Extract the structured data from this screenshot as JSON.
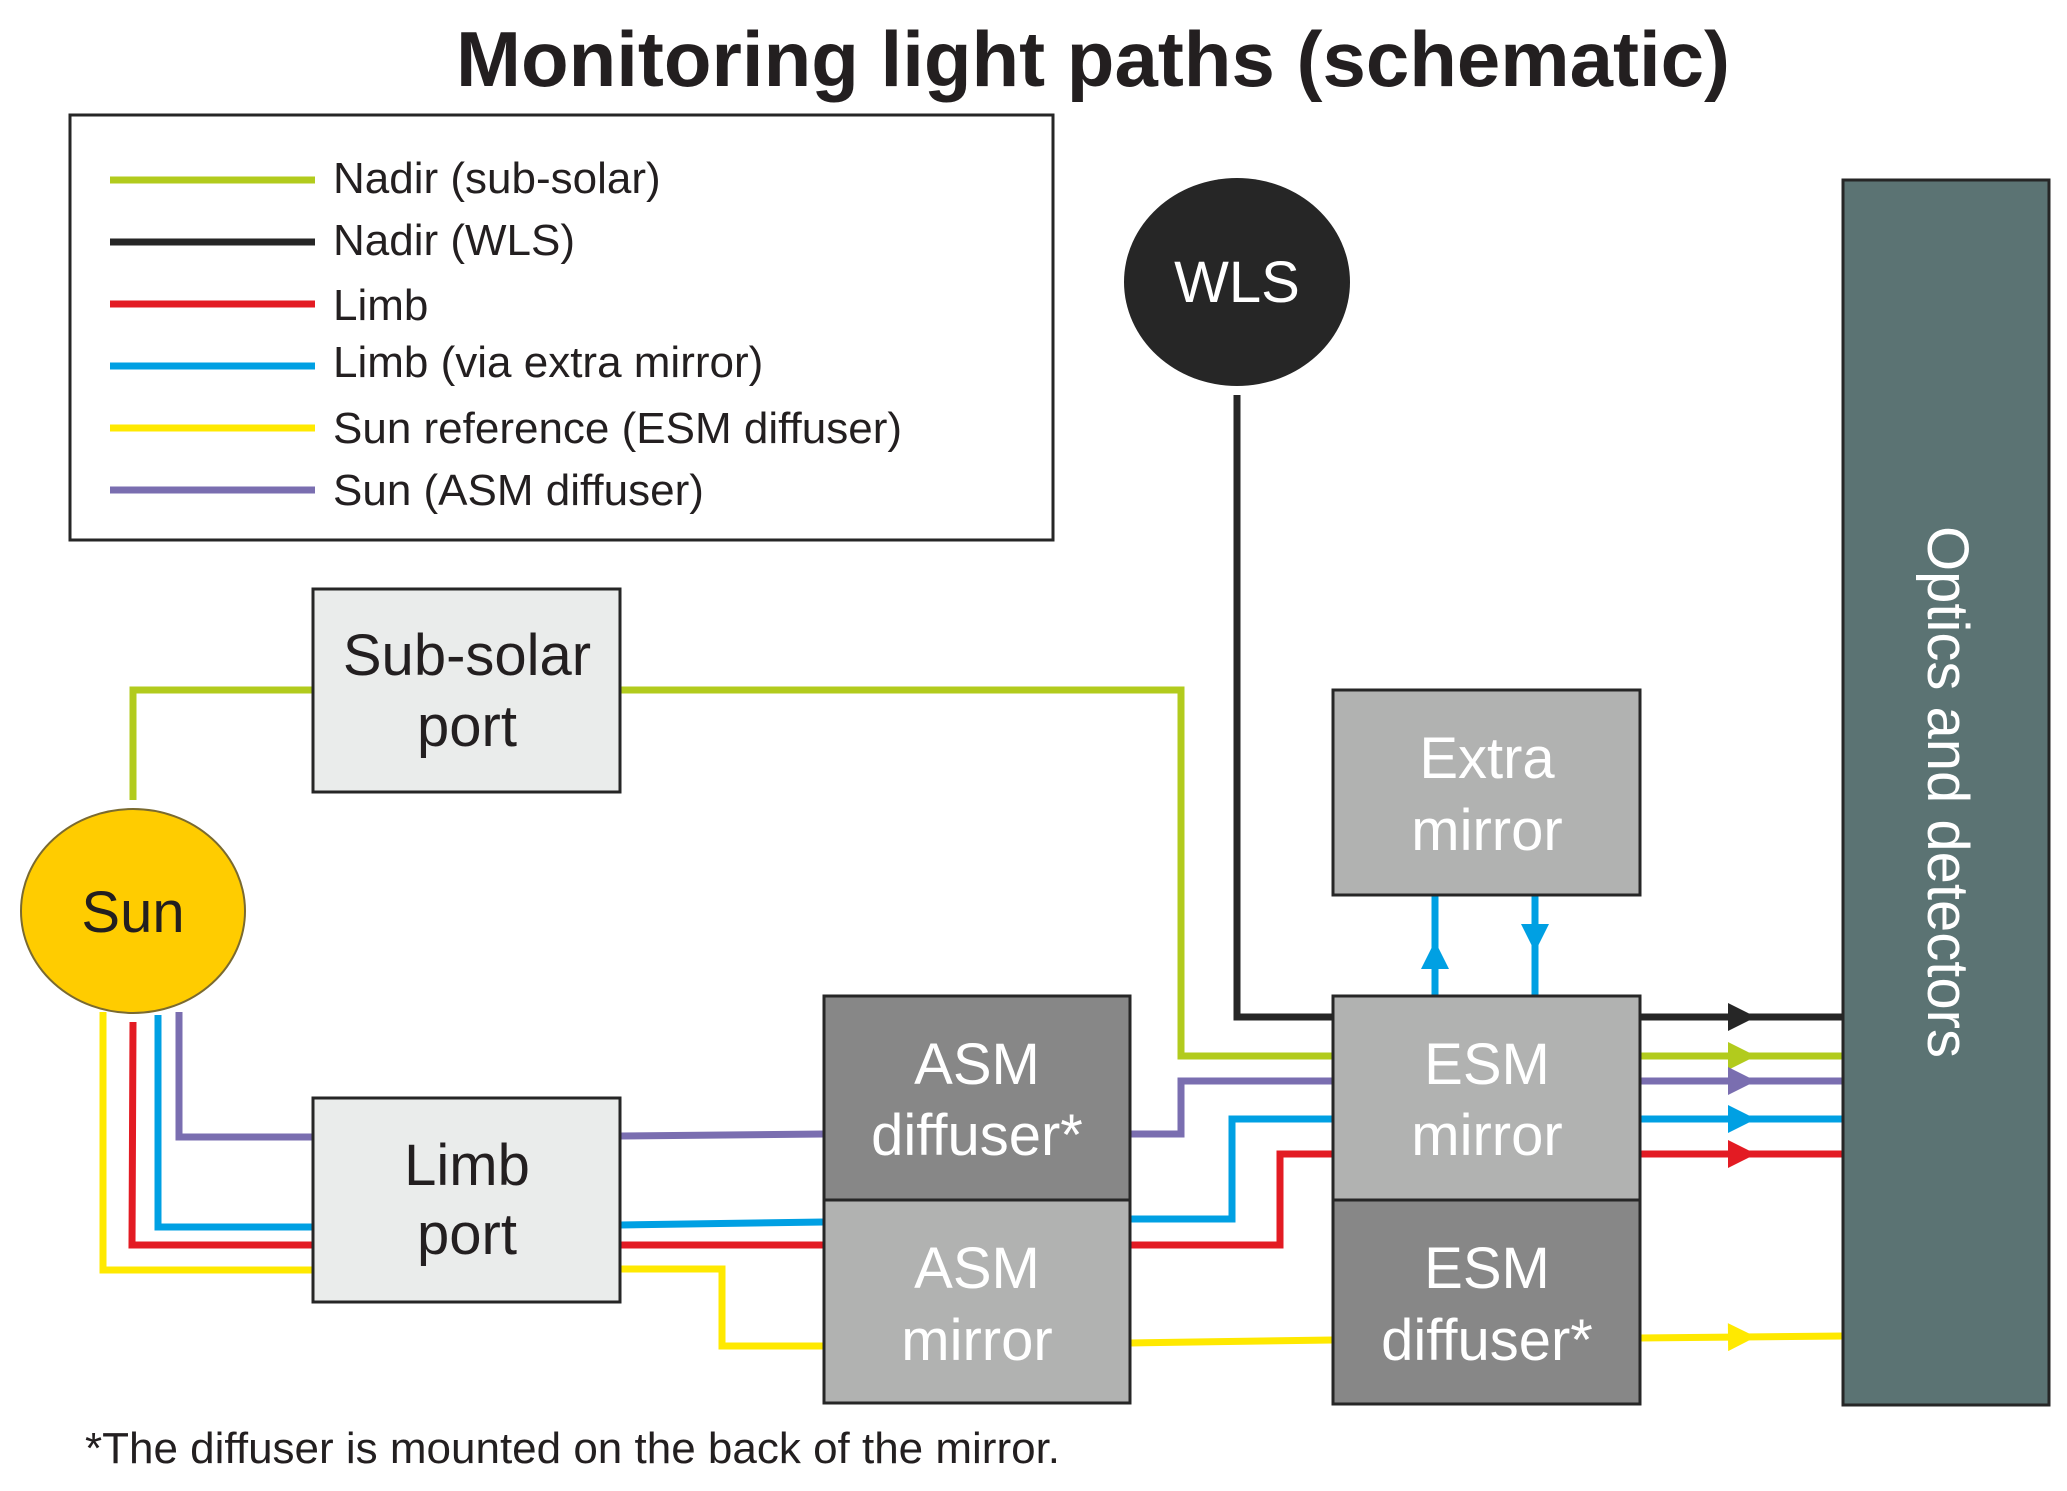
{
  "title": "Monitoring light paths (schematic)",
  "colors": {
    "nadir_subsolar": "#b2cb1d",
    "nadir_wls": "#262626",
    "limb": "#e31b23",
    "limb_extra": "#00a0e3",
    "sun_esm": "#ffe900",
    "sun_asm": "#7a6eb0",
    "port_fill": "#eaeceb",
    "light_gray_fill": "#b1b2b1",
    "dark_gray_fill": "#878787",
    "sun_fill": "#ffcc00",
    "wls_fill": "#262626",
    "optics_fill": "#5b7373",
    "outline": "#262626"
  },
  "legend": {
    "items": [
      {
        "label": "Nadir (sub-solar)",
        "color_key": "nadir_subsolar"
      },
      {
        "label": "Nadir (WLS)",
        "color_key": "nadir_wls"
      },
      {
        "label": "Limb",
        "color_key": "limb"
      },
      {
        "label": "Limb (via extra mirror)",
        "color_key": "limb_extra"
      },
      {
        "label": "Sun reference (ESM diffuser)",
        "color_key": "sun_esm"
      },
      {
        "label": "Sun (ASM diffuser)",
        "color_key": "sun_asm"
      }
    ]
  },
  "nodes": {
    "sun": {
      "label": "Sun"
    },
    "wls": {
      "label": "WLS"
    },
    "subsolar_port": {
      "line1": "Sub-solar",
      "line2": "port"
    },
    "limb_port": {
      "line1": "Limb",
      "line2": "port"
    },
    "asm_diffuser": {
      "line1": "ASM",
      "line2": "diffuser*"
    },
    "asm_mirror": {
      "line1": "ASM",
      "line2": "mirror"
    },
    "extra_mirror": {
      "line1": "Extra",
      "line2": "mirror"
    },
    "esm_mirror": {
      "line1": "ESM",
      "line2": "mirror"
    },
    "esm_diffuser": {
      "line1": "ESM",
      "line2": "diffuser*"
    },
    "optics": {
      "label": "Optics and detectors"
    }
  },
  "footnote": "*The diffuser is mounted on the back of the mirror."
}
